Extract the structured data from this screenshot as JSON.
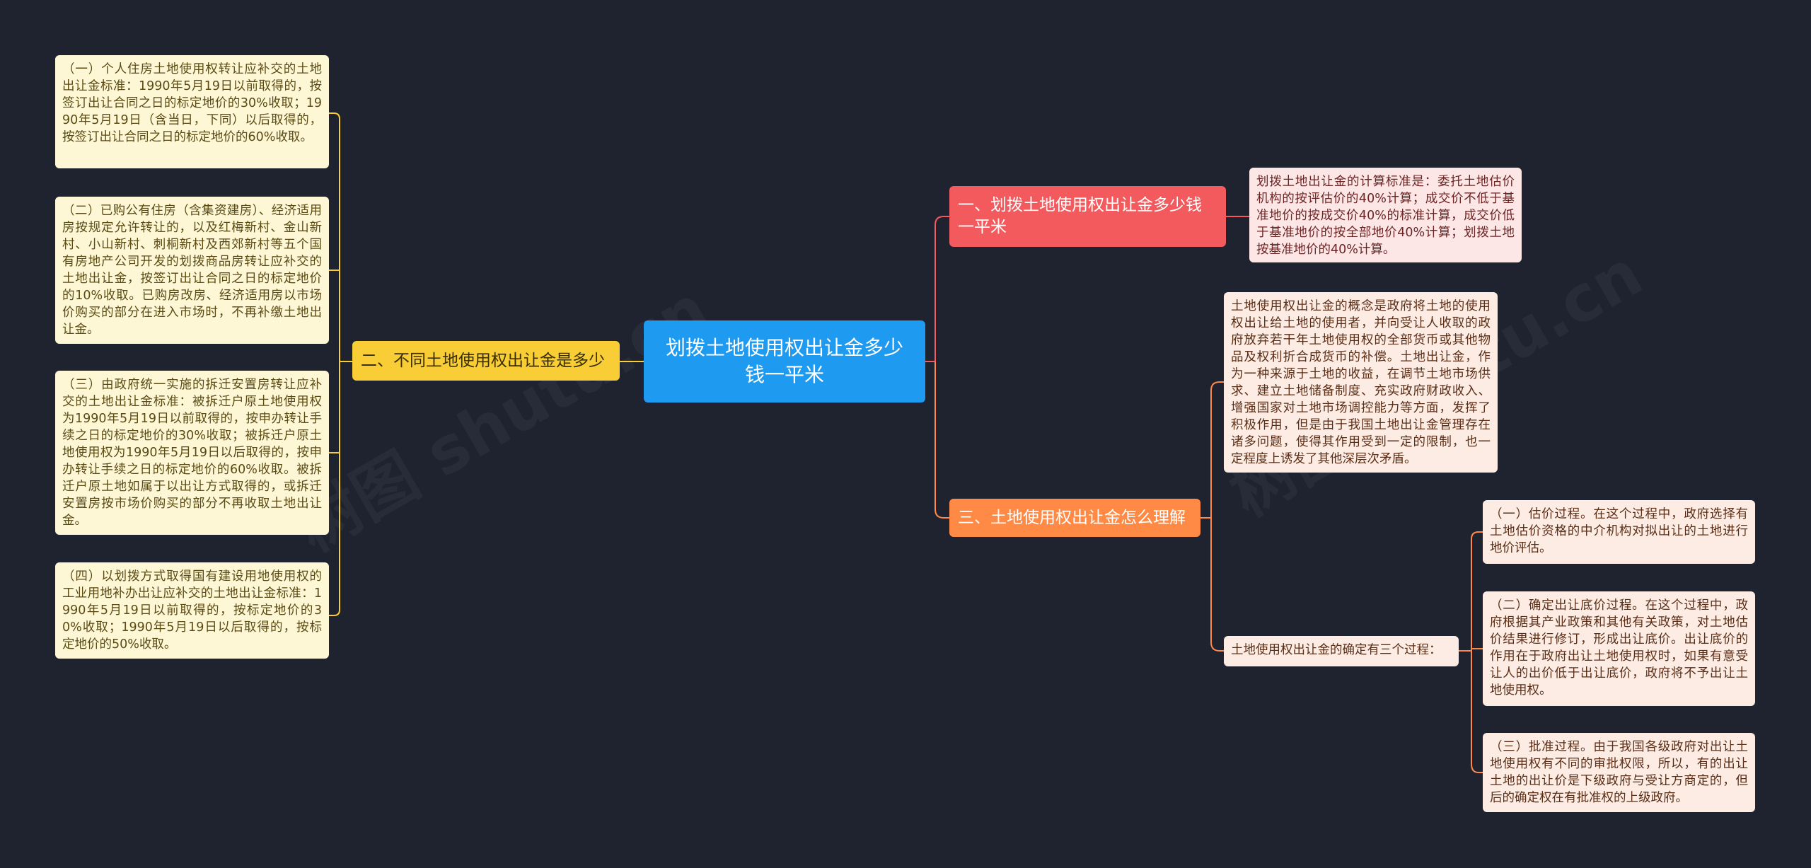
{
  "colors": {
    "background": "#1f2330",
    "root": "#1e9af0",
    "branch1": "#f25a5d",
    "branch2": "#f9cd36",
    "branch3": "#ff8a46",
    "line_left": "#f9cd36",
    "line_right_top": "#f25a5d",
    "line_right_bottom": "#ff8a46"
  },
  "root": {
    "label": "划拨土地使用权出让金多少钱一平米"
  },
  "branches": {
    "b1": {
      "label": "一、划拨土地使用权出让金多少钱一平米"
    },
    "b2": {
      "label": "二、不同土地使用权出让金是多少"
    },
    "b3": {
      "label": "三、土地使用权出让金怎么理解"
    }
  },
  "leaves": {
    "l1": "（一）个人住房土地使用权转让应补交的土地出让金标准：1990年5月19日以前取得的，按签订出让合同之日的标定地价的30%收取；1990年5月19日（含当日，下同）以后取得的，按签订出让合同之日的标定地价的60%收取。",
    "l2": "（二）已购公有住房（含集资建房）、经济适用房按规定允许转让的，以及红梅新村、金山新村、小山新村、刺桐新村及西郊新村等五个国有房地产公司开发的划拨商品房转让应补交的土地出让金，按签订出让合同之日的标定地价的10%收取。已购房改房、经济适用房以市场价购买的部分在进入市场时，不再补缴土地出让金。",
    "l3": "（三）由政府统一实施的拆迁安置房转让应补交的土地出让金标准：被拆迁户原土地使用权为1990年5月19日以前取得的，按申办转让手续之日的标定地价的30%收取；被拆迁户原土地使用权为1990年5月19日以后取得的，按申办转让手续之日的标定地价的60%收取。被拆迁户原土地如属于以出让方式取得的，或拆迁安置房按市场价购买的部分不再收取土地出让金。",
    "l4": "（四）以划拨方式取得国有建设用地使用权的工业用地补办出让应补交的土地出让金标准：1990年5月19日以前取得的，按标定地价的30%收取；1990年5月19日以后取得的，按标定地价的50%收取。",
    "r1": "划拨土地出让金的计算标准是：委托土地估价机构的按评估价的40%计算；成交价不低于基准地价的按成交价40%的标准计算，成交价低于基准地价的按全部地价40%计算；划拨土地按基准地价的40%计算。",
    "r2": "土地使用权出让金的概念是政府将土地的使用权出让给土地的使用者，并向受让人收取的政府放弃若干年土地使用权的全部货币或其他物品及权利折合成货币的补偿。土地出让金，作为一种来源于土地的收益，在调节土地市场供求、建立土地储备制度、充实政府财政收入、增强国家对土地市场调控能力等方面，发挥了积极作用，但是由于我国土地出让金管理存在诸多问题，使得其作用受到一定的限制，也一定程度上诱发了其他深层次矛盾。",
    "r3": "土地使用权出让金的确定有三个过程：",
    "r4": "（一）估价过程。在这个过程中，政府选择有土地估价资格的中介机构对拟出让的土地进行地价评估。",
    "r5": "（二）确定出让底价过程。在这个过程中，政府根据其产业政策和其他有关政策，对土地估价结果进行修订，形成出让底价。出让底价的作用在于政府出让土地使用权时，如果有意受让人的出价低于出让底价，政府将不予出让土地使用权。",
    "r6": "（三）批准过程。由于我国各级政府对出让土地使用权有不同的审批权限，所以，有的出让土地的出让价是下级政府与受让方商定的，但后的确定权在有批准权的上级政府。"
  },
  "watermark": {
    "text": "树图 shutu.cn"
  }
}
